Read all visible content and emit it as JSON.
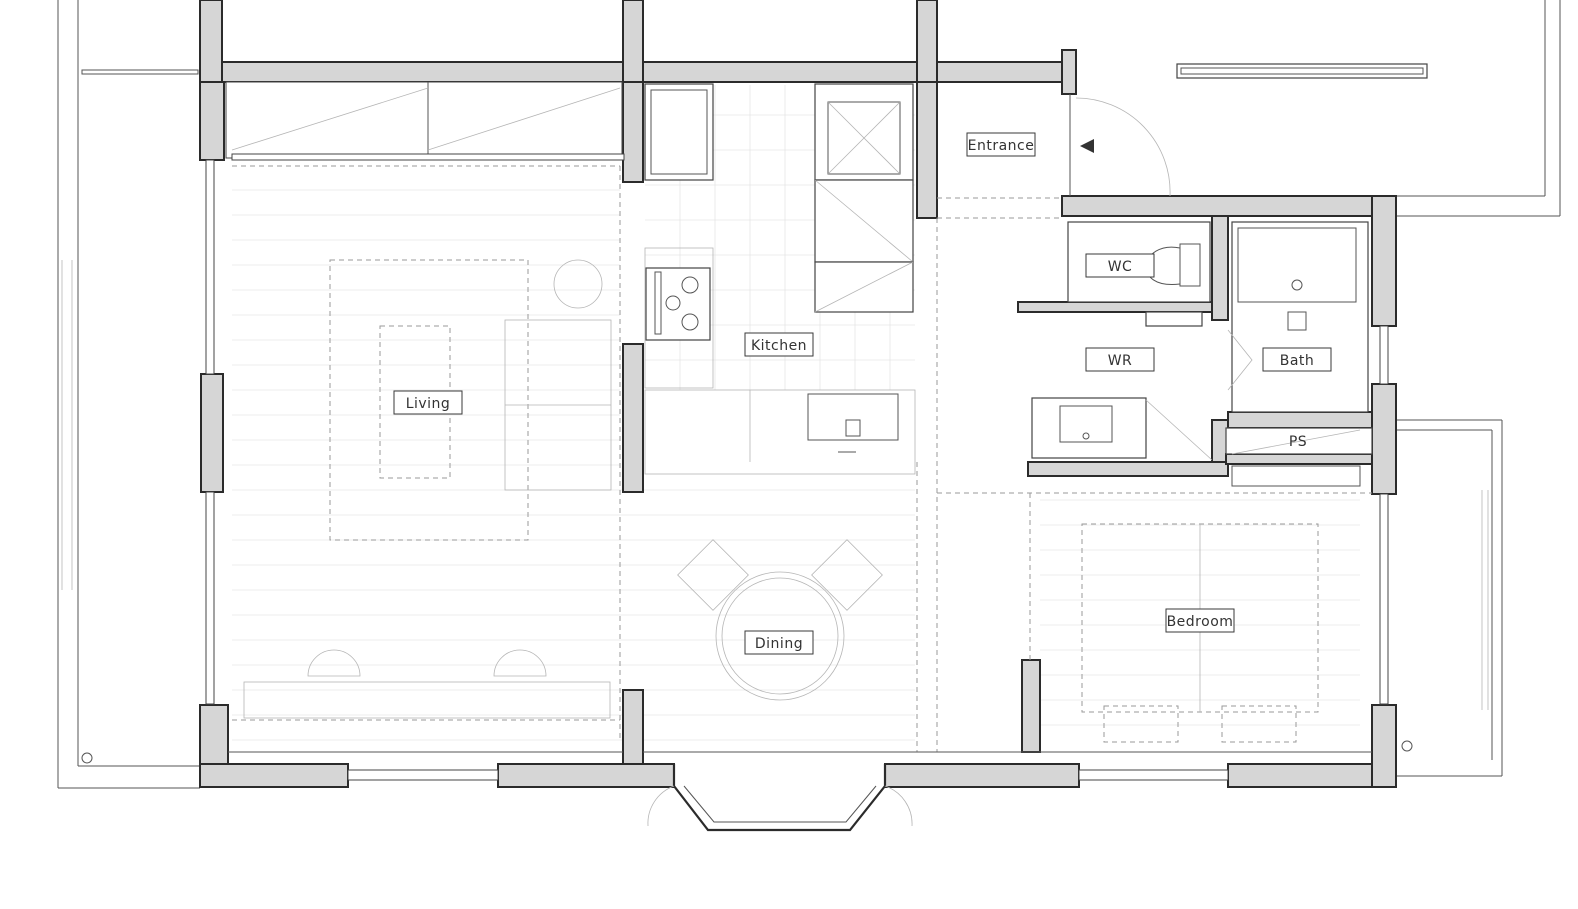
{
  "rooms": {
    "entrance": "Entrance",
    "wc": "WC",
    "bath": "Bath",
    "kitchen": "Kitchen",
    "wr": "WR",
    "living": "Living",
    "ps": "PS",
    "dining": "Dining",
    "bedroom": "Bedroom"
  },
  "colors": {
    "wall_fill": "#d6d6d6",
    "line": "#2b2b2b"
  }
}
